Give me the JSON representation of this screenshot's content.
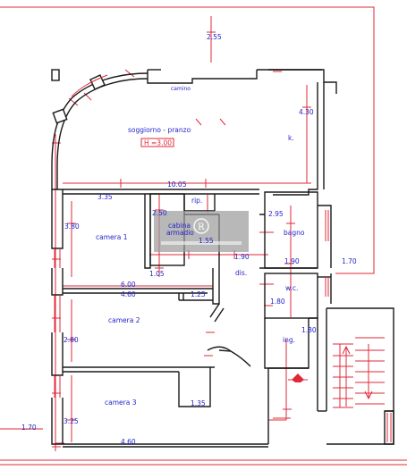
{
  "rooms": {
    "soggiorno": "soggiorno - pranzo",
    "altezza": "H =3.00",
    "camino": "camino",
    "cucina": "k.",
    "rip": "rip.",
    "cabina": "cabina",
    "armadio": "armadio",
    "camera1": "camera 1",
    "camera2": "camera 2",
    "camera3": "camera 3",
    "dis": "dis.",
    "bagno": "bagno",
    "wc": "w.c.",
    "ing": "ing."
  },
  "dimensions": {
    "d_2_55": "2.55",
    "d_4_30": "4.30",
    "d_10_05": "10.05",
    "d_3_35": "3.35",
    "d_2_50": "2.50",
    "d_3_80": "3.80",
    "d_1_55": "1.55",
    "d_1_90a": "1.90",
    "d_2_95": "2.95",
    "d_1_90b": "1.90",
    "d_1_70a": "1.70",
    "d_1_05": "1.05",
    "d_6_00": "6.00",
    "d_4_60a": "4.60",
    "d_1_25": "1.25",
    "d_1_80a": "1.80",
    "d_1_80b": "1.80",
    "d_2_80": "2.80",
    "d_1_35": "1.35",
    "d_3_25": "3.25",
    "d_4_60b": "4.60",
    "d_1_70b": "1.70"
  },
  "colors": {
    "wall": "#1a1a1a",
    "measure": "#e0283a",
    "text": "#2424c8",
    "watermark": "#9a9a9a"
  },
  "icons": [
    "fireplace-icon",
    "stair-arrow-icon",
    "watermark-logo-icon",
    "door-swing-icon"
  ]
}
